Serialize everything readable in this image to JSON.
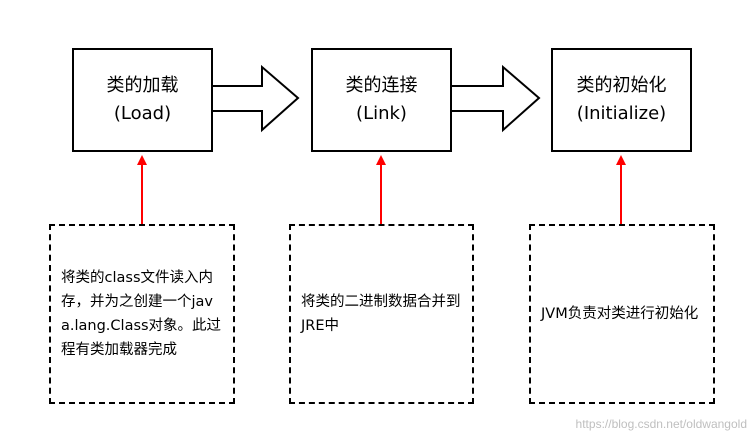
{
  "stages": [
    {
      "title": "类的加载",
      "subtitle": "(Load)"
    },
    {
      "title": "类的连接",
      "subtitle": "(Link)"
    },
    {
      "title": "类的初始化",
      "subtitle": "(Initialize)"
    }
  ],
  "notes": [
    {
      "text": "将类的class文件读入内存，并为之创建一个java.lang.Class对象。此过程有类加载器完成"
    },
    {
      "text": "将类的二进制数据合并到JRE中"
    },
    {
      "text": "JVM负责对类进行初始化"
    }
  ],
  "watermark": "https://blog.csdn.net/oldwangold",
  "colors": {
    "connector": "#ff0000",
    "border": "#000000"
  }
}
